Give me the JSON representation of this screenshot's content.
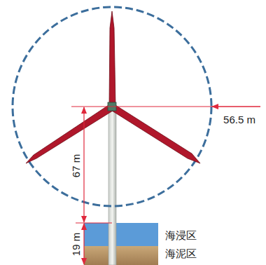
{
  "diagram": {
    "labels": [
      "56.5 m",
      "67 m",
      "19 m",
      "海浸区",
      "海泥区"
    ]
  }
}
